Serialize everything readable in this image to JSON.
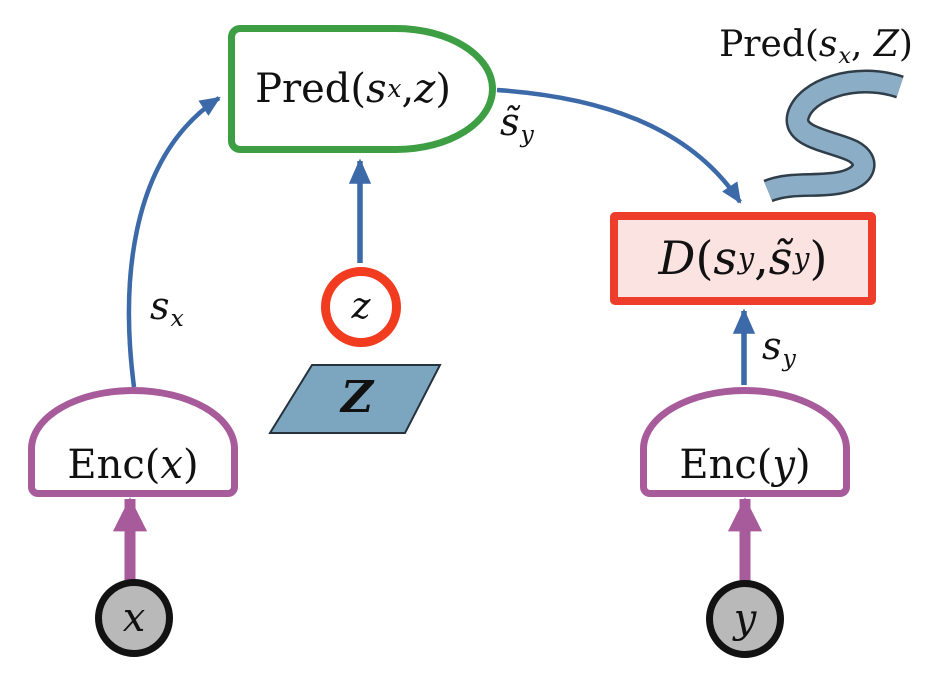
{
  "palette": {
    "arrow_blue": "#3c69a8",
    "encoder_purple": "#a85b9a",
    "predictor_green": "#3e9e44",
    "cost_border_red": "#ee3e2b",
    "cost_fill_pink": "#fbe3e2",
    "latent_circle_red": "#f23c20",
    "input_circle_gray": "#b9b9b9",
    "set_fill_blue": "#7ca6c0",
    "blob_fill_blue": "#8badc6",
    "outline_dark": "#2f3e49"
  },
  "nodes": {
    "input_x": {
      "label": "x"
    },
    "input_y": {
      "label": "y"
    },
    "encoder_x": {
      "prefix": "Enc(",
      "arg": "x",
      "suffix": ")"
    },
    "encoder_y": {
      "prefix": "Enc(",
      "arg": "y",
      "suffix": ")"
    },
    "predictor": {
      "prefix": "Pred(",
      "arg1": "s",
      "arg1_sub": "x",
      "sep": ", ",
      "arg2": "z",
      "suffix": ")"
    },
    "cost": {
      "func": "D",
      "open": "(",
      "arg1": "s",
      "arg1_sub": "y",
      "sep": ", ",
      "arg2": "s̃",
      "arg2_sub": "y",
      "close": ")"
    },
    "latent_z": {
      "label": "z"
    },
    "latent_set": {
      "label": "Z"
    }
  },
  "edges": {
    "s_x": {
      "base": "s",
      "sub": "x"
    },
    "s_y": {
      "base": "s",
      "sub": "y"
    },
    "s_tilde_y": {
      "base": "s̃",
      "sub": "y"
    }
  },
  "annotations": {
    "pred_set": {
      "prefix": "Pred(",
      "arg1": "s",
      "arg1_sub": "x",
      "sep": ", ",
      "arg2": "Z",
      "suffix": ")"
    }
  }
}
